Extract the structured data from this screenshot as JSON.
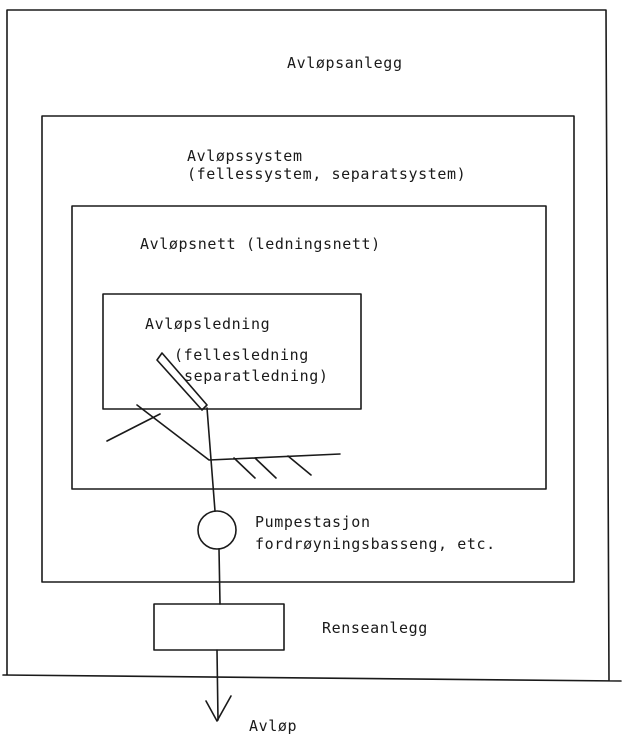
{
  "labels": {
    "anlegg": "Avløpsanlegg",
    "system_title": "Avløpssystem",
    "system_sub": "(fellessystem, separatsystem)",
    "nett": "Avløpsnett (ledningsnett)",
    "ledning": "Avløpsledning",
    "ledning_sub1": "(fellesledning",
    "ledning_sub2": "separatledning)",
    "pump1": "Pumpestasjon",
    "pump2": "fordrøyningsbasseng, etc.",
    "rense": "Renseanlegg",
    "utlop": "Avløp"
  },
  "colors": {
    "ink": "#1a1a1a",
    "paper": "#ffffff"
  }
}
